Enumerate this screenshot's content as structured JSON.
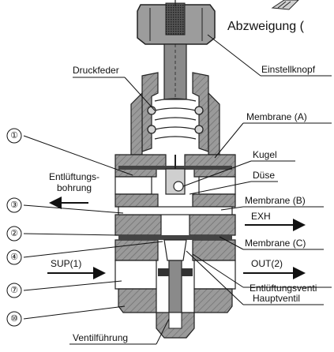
{
  "labels": {
    "abzweigung": "Abzweigung (",
    "einstellknopf": "Einstellknopf",
    "druckfeder": "Druckfeder",
    "membrane_a": "Membrane (A)",
    "kugel": "Kugel",
    "entlueftungsbohrung_1": "Entlüftungs-",
    "entlueftungsbohrung_2": "bohrung",
    "duese": "Düse",
    "membrane_b": "Membrane (B)",
    "exh": "EXH",
    "membrane_c": "Membrane (C)",
    "sup": "SUP(1)",
    "out": "OUT(2)",
    "entlueftungsventil": "Entlüftungsventi",
    "hauptventil": "Hauptventil",
    "ventilfuehrung": "Ventilführung"
  },
  "callouts": {
    "n1": "①",
    "n3": "③",
    "n2": "②",
    "n4": "④",
    "n7": "⑦",
    "n10": "⑩"
  }
}
